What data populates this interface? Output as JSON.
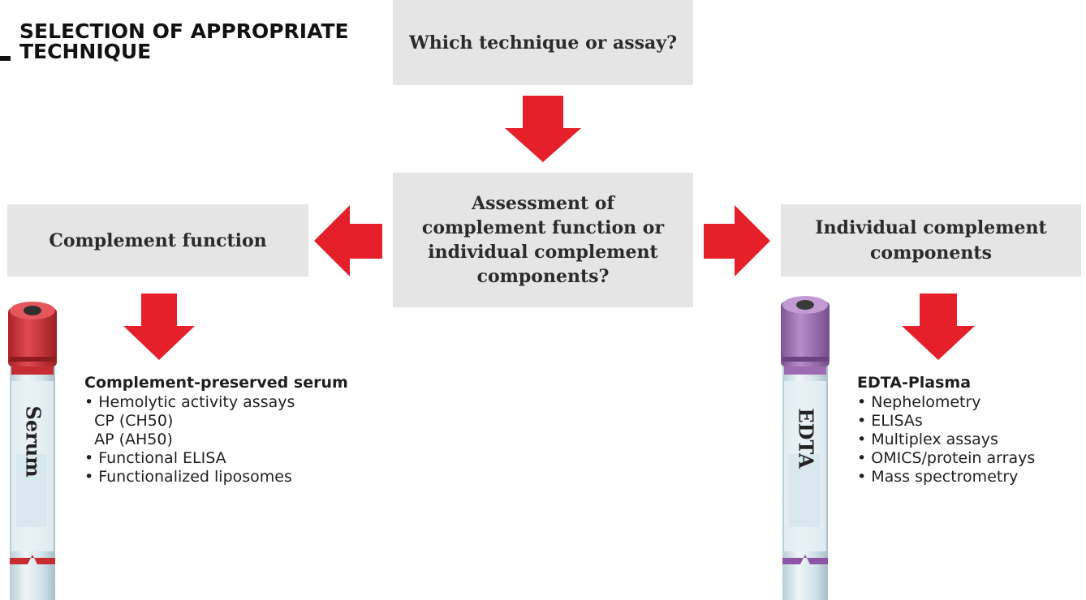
{
  "title_lines": [
    "SELECTION OF APPROPRIATE",
    "TECHNIQUE"
  ],
  "boxes": {
    "top": "Which technique or assay?",
    "center": "Assessment of complement function or individual complement components?",
    "left": "Complement function",
    "right": "Individual complement components"
  },
  "serum_panel": {
    "heading": "Complement-preserved serum",
    "items": [
      "• Hemolytic activity assays",
      "  CP (CH50)",
      "  AP (AH50)",
      "• Functional ELISA",
      "• Functionalized liposomes"
    ],
    "tube_label": "Serum"
  },
  "edta_panel": {
    "heading": "EDTA-Plasma",
    "items": [
      "• Nephelometry",
      "• ELISAs",
      "• Multiplex assays",
      "• OMICS/protein arrays",
      "• Mass spectrometry"
    ],
    "tube_label": "EDTA"
  },
  "colors": {
    "arrow": "#e5202a",
    "box": "#e5e5e5",
    "serum_cap": "#d9343b",
    "edta_cap": "#a779ba",
    "tube_body": "#dbe8ee"
  }
}
